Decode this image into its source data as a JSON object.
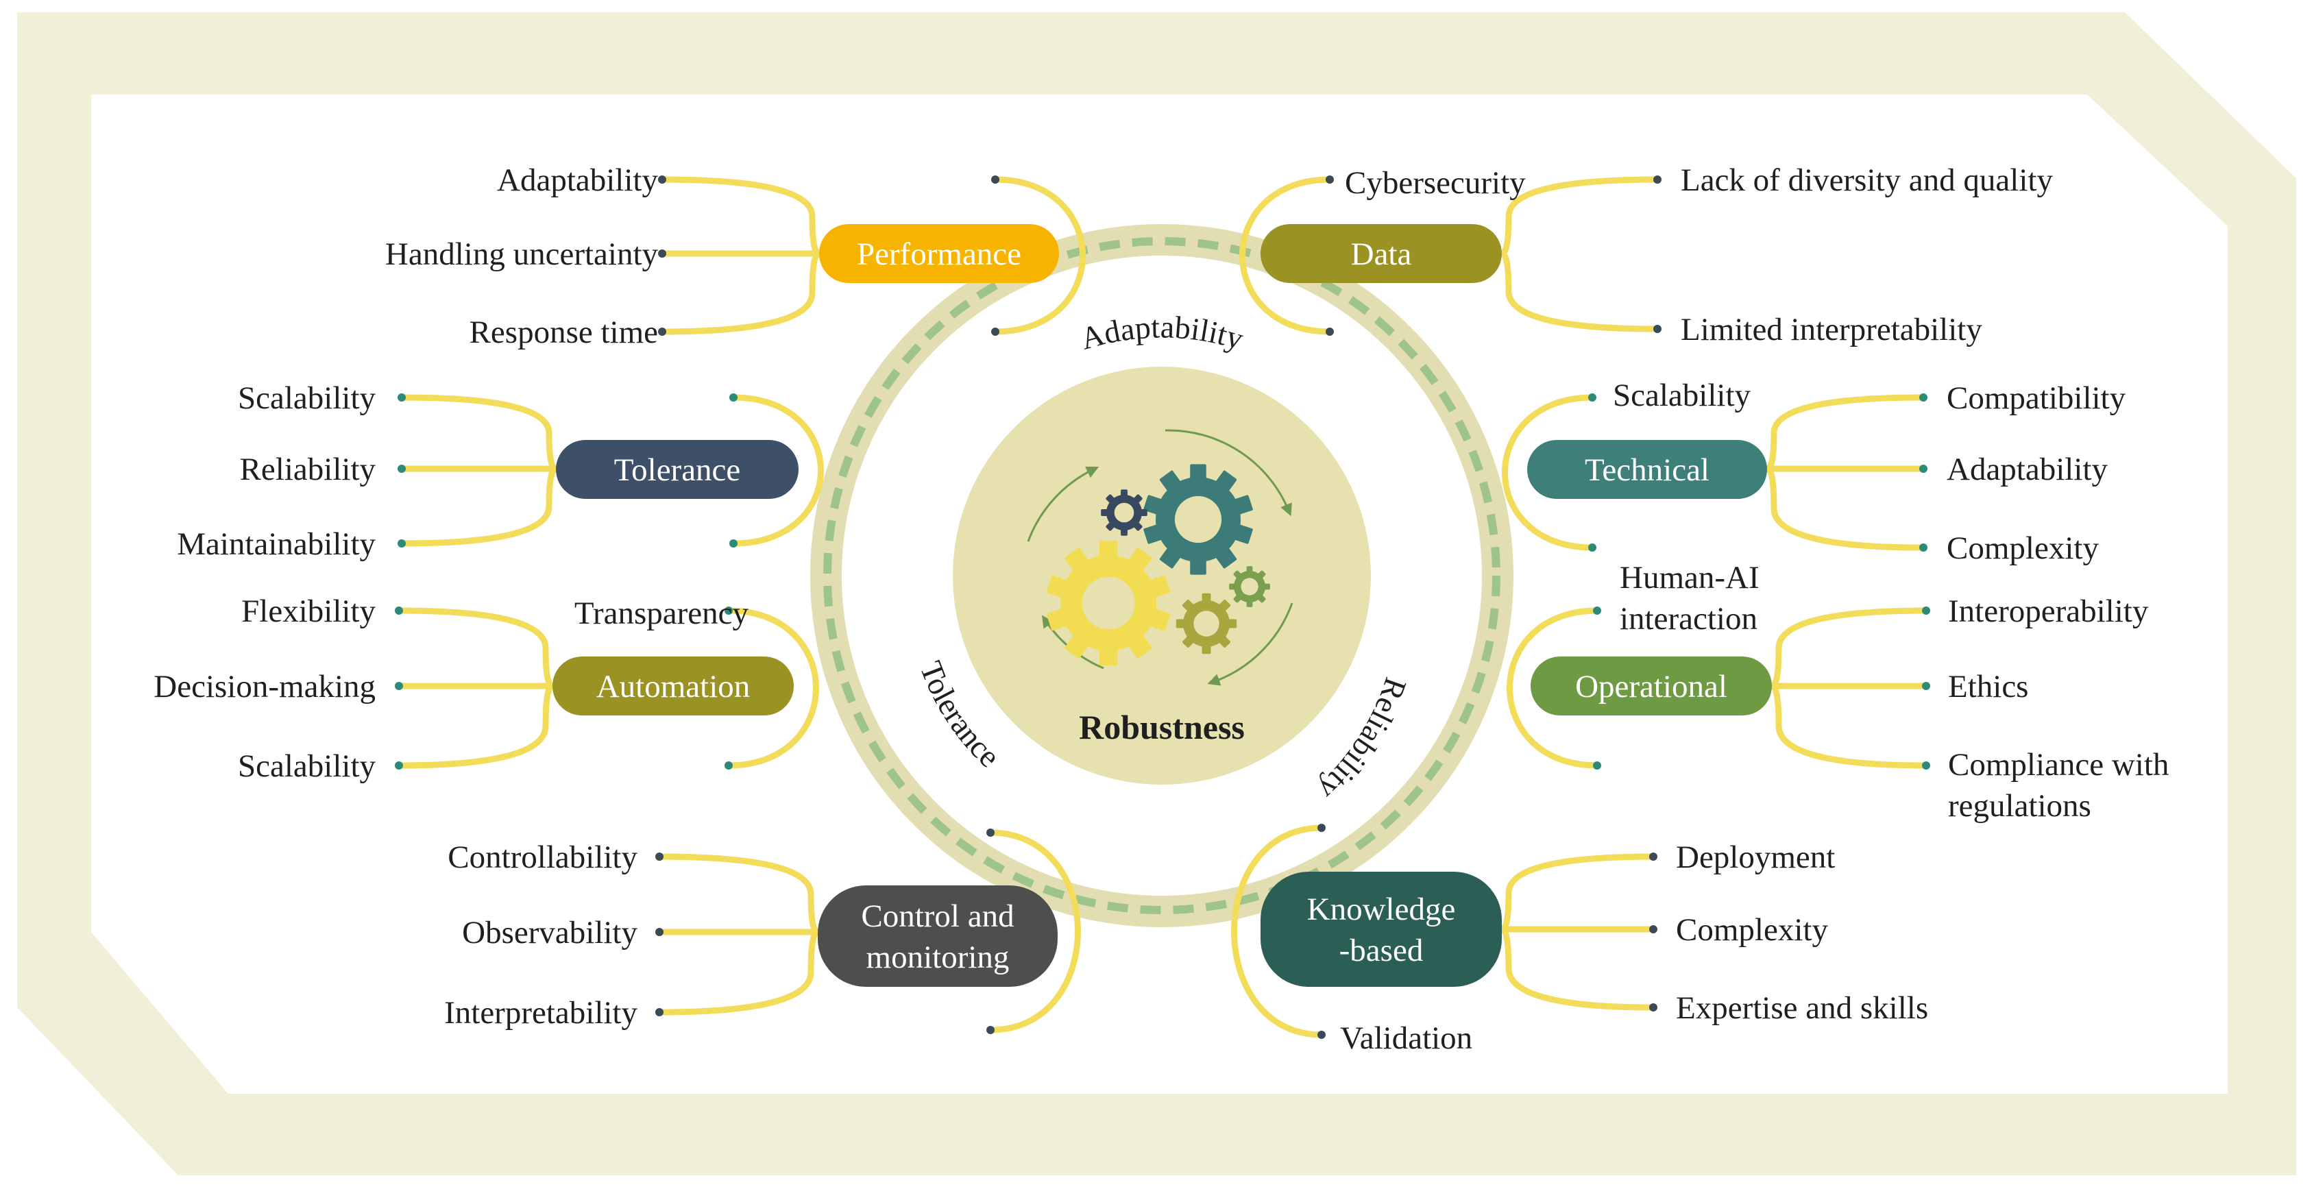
{
  "colors": {
    "frame": "#f1efd8",
    "line": "#f2dc5a",
    "dot": "#3a4a57",
    "dot_green": "#2e8a78",
    "ring": "#e2deb1",
    "ring_dash": "#9fc48a",
    "hub": "#e6e1ae",
    "text": "#1f1f1f"
  },
  "center": {
    "label": "Robustness",
    "ring_labels": [
      "Adaptability",
      "Tolerance",
      "Reliability"
    ],
    "gear_icons": [
      "gear-icon-teal",
      "gear-icon-navy",
      "gear-icon-yellow",
      "gear-icon-olive",
      "gear-icon-green"
    ]
  },
  "categories": [
    {
      "id": "performance",
      "label": [
        "Performance"
      ],
      "color": "#f6b400",
      "outer": [
        "Adaptability",
        "Handling uncertainty",
        "Response time"
      ],
      "inner": [
        "",
        "",
        ""
      ]
    },
    {
      "id": "tolerance",
      "label": [
        "Tolerance"
      ],
      "color": "#3e5068",
      "outer": [
        "Scalability",
        "Reliability",
        "Maintainability"
      ],
      "inner": [
        "",
        "",
        ""
      ]
    },
    {
      "id": "automation",
      "label": [
        "Automation"
      ],
      "color": "#9a9222",
      "outer": [
        "Flexibility",
        "Decision-making",
        "Scalability"
      ],
      "inner": [
        "Transparency",
        ""
      ]
    },
    {
      "id": "control",
      "label": [
        "Control and",
        "monitoring"
      ],
      "color": "#4e4e4e",
      "outer": [
        "Controllability",
        "Observability",
        "Interpretability"
      ],
      "inner": [
        "",
        ""
      ]
    },
    {
      "id": "data",
      "label": [
        "Data"
      ],
      "color": "#9a9222",
      "outer": [
        "Lack of diversity and quality",
        "Limited interpretability"
      ],
      "inner": [
        "Cybersecurity",
        ""
      ]
    },
    {
      "id": "technical",
      "label": [
        "Technical"
      ],
      "color": "#3f7f7a",
      "outer": [
        "Compatibility",
        "Adaptability",
        "Complexity"
      ],
      "inner": [
        "Scalability",
        ""
      ]
    },
    {
      "id": "operational",
      "label": [
        "Operational"
      ],
      "color": "#6f9a44",
      "outer": [
        "Interoperability",
        "Ethics",
        "Compliance with regulations"
      ],
      "inner": [
        "Human-AI interaction",
        ""
      ]
    },
    {
      "id": "knowledge",
      "label": [
        "Knowledge",
        "-based"
      ],
      "color": "#2b5e54",
      "outer": [
        "Deployment",
        "Complexity",
        "Expertise and skills"
      ],
      "inner": [
        "",
        "Validation"
      ]
    }
  ]
}
